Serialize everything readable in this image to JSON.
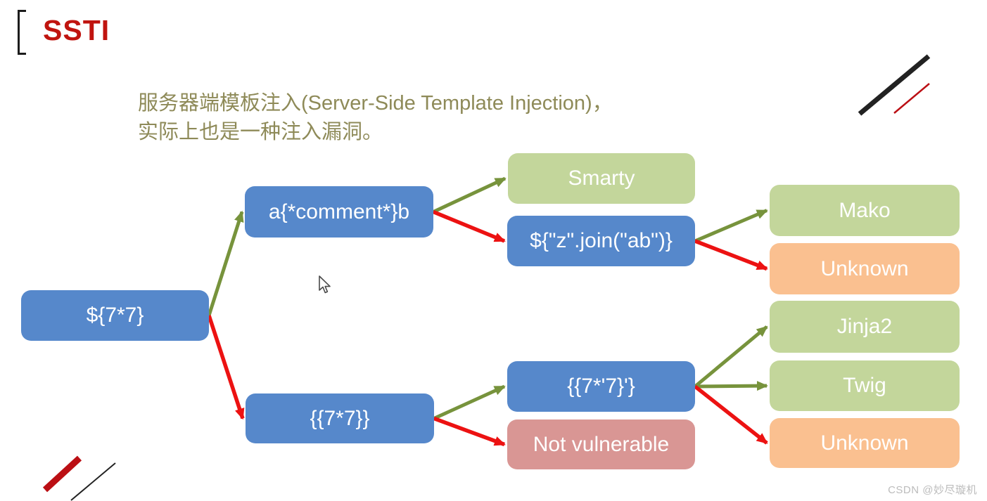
{
  "slide": {
    "title": "SSTI",
    "description_line1": "服务器端模板注入(Server-Side Template Injection)，",
    "description_line2": "实际上也是一种注入漏洞。",
    "watermark": "CSDN @妙尽璇机"
  },
  "diagram": {
    "nodes": {
      "root": {
        "label": "${7*7}",
        "kind": "payload"
      },
      "comment_test": {
        "label": "a{*comment*}b",
        "kind": "payload"
      },
      "smarty": {
        "label": "Smarty",
        "kind": "engine"
      },
      "z_join": {
        "label": "${\"z\".join(\"ab\")}",
        "kind": "payload"
      },
      "mako": {
        "label": "Mako",
        "kind": "engine"
      },
      "unknown_top": {
        "label": "Unknown",
        "kind": "unknown"
      },
      "curly_test": {
        "label": "{{7*7}}",
        "kind": "payload"
      },
      "quote_test": {
        "label": "{{7*'7}'}",
        "kind": "payload"
      },
      "not_vulnerable": {
        "label": "Not vulnerable",
        "kind": "not-vulnerable"
      },
      "jinja2": {
        "label": "Jinja2",
        "kind": "engine"
      },
      "twig": {
        "label": "Twig",
        "kind": "engine"
      },
      "unknown_bottom": {
        "label": "Unknown",
        "kind": "unknown"
      }
    },
    "edges": [
      {
        "from": "root",
        "to": "comment_test",
        "result": "success"
      },
      {
        "from": "root",
        "to": "curly_test",
        "result": "fail"
      },
      {
        "from": "comment_test",
        "to": "smarty",
        "result": "success"
      },
      {
        "from": "comment_test",
        "to": "z_join",
        "result": "fail"
      },
      {
        "from": "z_join",
        "to": "mako",
        "result": "success"
      },
      {
        "from": "z_join",
        "to": "unknown_top",
        "result": "fail"
      },
      {
        "from": "curly_test",
        "to": "quote_test",
        "result": "success"
      },
      {
        "from": "curly_test",
        "to": "not_vulnerable",
        "result": "fail"
      },
      {
        "from": "quote_test",
        "to": "jinja2",
        "result": "success"
      },
      {
        "from": "quote_test",
        "to": "twig",
        "result": "success"
      },
      {
        "from": "quote_test",
        "to": "unknown_bottom",
        "result": "fail"
      }
    ]
  },
  "colors": {
    "title_red": "#c0140f",
    "description_olive": "#8e8a58",
    "node_payload_blue": "#5688cb",
    "node_engine_green": "#c3d69b",
    "node_unknown_orange": "#fac090",
    "node_not_vulnerable_rose": "#d99694",
    "arrow_success_green": "#77933c",
    "arrow_fail_red": "#ec1212",
    "decor_black": "#222222",
    "decor_red": "#bb0f14",
    "watermark_gray": "#bcbcbc"
  }
}
